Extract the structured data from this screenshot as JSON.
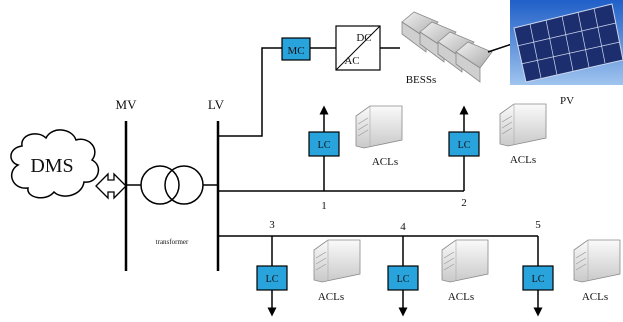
{
  "colors": {
    "controller_fill": "#29a3dc",
    "line": "#000000",
    "text": "#111111"
  },
  "icons": {
    "cloud": "cloud-icon",
    "arrow": "double-arrow-icon",
    "converter": "dc-ac-converter-icon",
    "battery": "battery-storage-icon",
    "solar": "solar-panel-icon",
    "ac_unit": "air-conditioner-icon"
  },
  "labels": {
    "dms": "DMS",
    "mv": "MV",
    "lv": "LV",
    "transformer": "transformer",
    "mc": "MC",
    "dc": "DC",
    "ac": "AC",
    "bess": "BESSs",
    "pv": "PV"
  },
  "loads": [
    {
      "node": "1",
      "controller": "LC",
      "load": "ACLs"
    },
    {
      "node": "2",
      "controller": "LC",
      "load": "ACLs"
    },
    {
      "node": "3",
      "controller": "LC",
      "load": "ACLs"
    },
    {
      "node": "4",
      "controller": "LC",
      "load": "ACLs"
    },
    {
      "node": "5",
      "controller": "LC",
      "load": "ACLs"
    }
  ]
}
